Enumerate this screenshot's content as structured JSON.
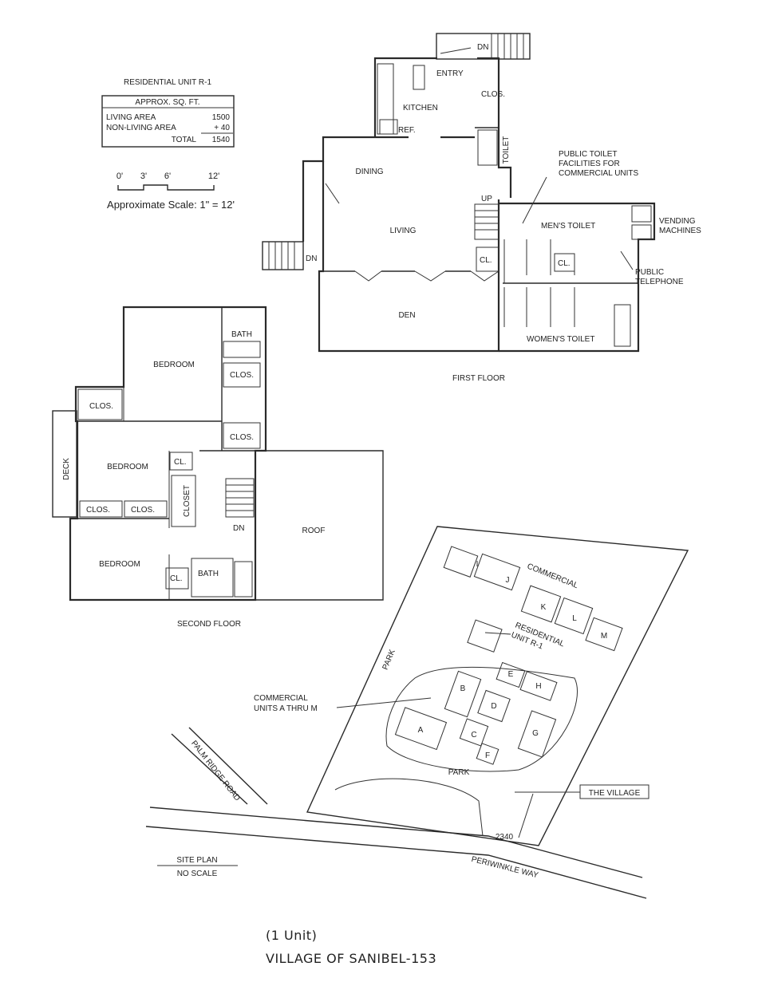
{
  "unit_box": {
    "title": "RESIDENTIAL UNIT R-1",
    "header": "APPROX. SQ. FT.",
    "living_label": "LIVING AREA",
    "living_value": "1500",
    "nonliving_label": "NON-LIVING AREA",
    "nonliving_value": "+ 40",
    "total_label": "TOTAL",
    "total_value": "1540"
  },
  "scale": {
    "tick0": "0'",
    "tick1": "3'",
    "tick2": "6'",
    "tick3": "12'",
    "text": "Approximate Scale: 1\" = 12'"
  },
  "first_floor": {
    "caption": "FIRST FLOOR",
    "dn_top": "DN",
    "entry": "ENTRY",
    "clos": "CLOS.",
    "kitchen": "KITCHEN",
    "ref": "REF.",
    "toilet": "TOILET",
    "dining": "DINING",
    "living": "LIVING",
    "up": "UP",
    "cl": "CL.",
    "dn_left": "DN",
    "den": "DEN",
    "mens_toilet": "MEN'S TOILET",
    "mens_cl": "CL.",
    "womens_toilet": "WOMEN'S TOILET",
    "public_toilet_1": "PUBLIC TOILET",
    "public_toilet_2": "FACILITIES FOR",
    "public_toilet_3": "COMMERCIAL UNITS",
    "vending_1": "VENDING",
    "vending_2": "MACHINES",
    "telephone_1": "PUBLIC",
    "telephone_2": "TELEPHONE"
  },
  "second_floor": {
    "caption": "SECOND FLOOR",
    "bath_top": "BATH",
    "bedroom1": "BEDROOM",
    "clos_a": "CLOS.",
    "clos_b": "CLOS.",
    "clos_c": "CLOS.",
    "deck": "DECK",
    "bedroom2": "BEDROOM",
    "cl_a": "CL.",
    "closet": "CLOSET",
    "clos_d": "CLOS.",
    "clos_e": "CLOS.",
    "dn": "DN",
    "roof": "ROOF",
    "bedroom3": "BEDROOM",
    "cl_b": "CL.",
    "bath_bottom": "BATH"
  },
  "site_plan": {
    "title": "SITE PLAN",
    "subtitle": "NO SCALE",
    "commercial": "COMMERCIAL",
    "residential_1": "RESIDENTIAL",
    "residential_2": "UNIT R-1",
    "commercial_units_1": "COMMERCIAL",
    "commercial_units_2": "UNITS A THRU M",
    "park_left": "PARK",
    "park_bottom": "PARK",
    "the_village": "THE VILLAGE",
    "palm_ridge": "PALM RIDGE ROAD",
    "periwinkle": "PERIWINKLE WAY",
    "address": "2340",
    "units": [
      "A",
      "B",
      "C",
      "D",
      "E",
      "F",
      "G",
      "H",
      "I",
      "J",
      "K",
      "L",
      "M"
    ]
  },
  "footer": {
    "line1": "(1 Unit)",
    "line2": "VILLAGE OF SANIBEL-153"
  }
}
